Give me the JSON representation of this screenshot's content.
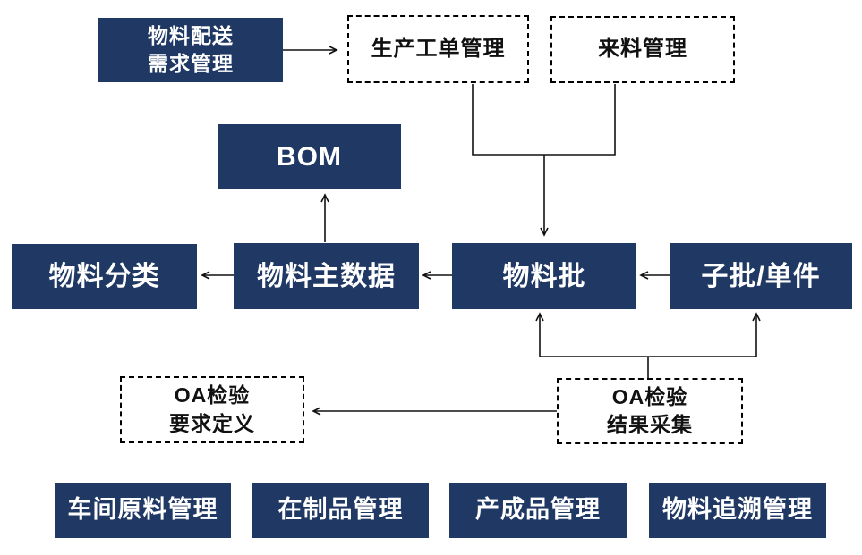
{
  "diagram": {
    "colors": {
      "node_fill": "#1F3864",
      "node_text": "#FFFFFF",
      "dashed_node_border": "#000000",
      "dashed_node_text": "#111111",
      "connector": "#111111",
      "background": "#FFFFFF"
    },
    "nodes": {
      "supply": {
        "label": "物料配送\n需求管理",
        "style": "solid"
      },
      "work_order": {
        "label": "生产工单管理",
        "style": "dashed"
      },
      "incoming": {
        "label": "来料管理",
        "style": "dashed"
      },
      "bom": {
        "label": "BOM",
        "style": "solid"
      },
      "classification": {
        "label": "物料分类",
        "style": "solid"
      },
      "master_data": {
        "label": "物料主数据",
        "style": "solid"
      },
      "batch": {
        "label": "物料批",
        "style": "solid"
      },
      "sub_batch": {
        "label": "子批/单件",
        "style": "solid"
      },
      "qa_requirement": {
        "label": "OA检验\n要求定义",
        "style": "dashed"
      },
      "qa_collection": {
        "label": "OA检验\n结果采集",
        "style": "dashed"
      },
      "workshop_raw": {
        "label": "车间原料管理",
        "style": "solid"
      },
      "wip": {
        "label": "在制品管理",
        "style": "solid"
      },
      "finished_goods": {
        "label": "产成品管理",
        "style": "solid"
      },
      "traceability": {
        "label": "物料追溯管理",
        "style": "solid"
      }
    },
    "edges": [
      {
        "from": "supply",
        "to": "work_order",
        "arrow": "right"
      },
      {
        "from": "work_order",
        "to": "batch",
        "arrow": "down"
      },
      {
        "from": "incoming",
        "to": "batch",
        "arrow": "down"
      },
      {
        "from": "master_data",
        "to": "bom",
        "arrow": "up"
      },
      {
        "from": "master_data",
        "to": "classification",
        "arrow": "left"
      },
      {
        "from": "batch",
        "to": "master_data",
        "arrow": "left"
      },
      {
        "from": "sub_batch",
        "to": "batch",
        "arrow": "left"
      },
      {
        "from": "qa_collection",
        "to": "qa_requirement",
        "arrow": "left"
      },
      {
        "from": "qa_collection",
        "to": "batch",
        "arrow": "up"
      },
      {
        "from": "qa_collection",
        "to": "sub_batch",
        "arrow": "up"
      }
    ]
  }
}
